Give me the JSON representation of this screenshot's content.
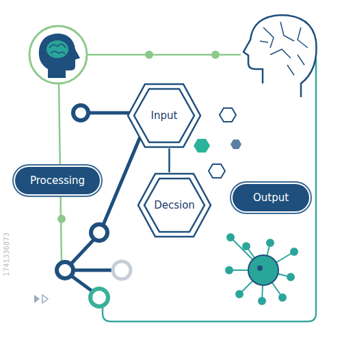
{
  "diagram": {
    "nodes": [
      {
        "text": [
          "Input"
        ]
      },
      {
        "text": [
          "Processing"
        ]
      },
      {
        "text": [
          "Output"
        ]
      },
      {
        "text": [
          "Decsion"
        ]
      }
    ],
    "edges": [
      {
        "from": 0,
        "to": 3,
        "arrow": "none"
      }
    ],
    "labels": [
      "1741336873"
    ]
  }
}
